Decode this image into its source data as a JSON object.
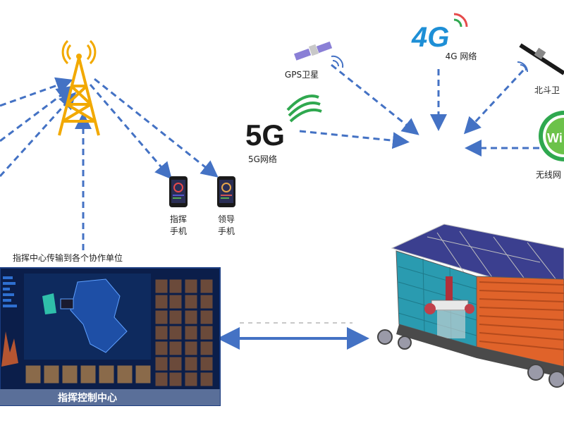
{
  "colors": {
    "arrow": "#4472c4",
    "tower": "#f2a900",
    "screen_bg": "#0b1e4a",
    "panel": "#3b3f8f",
    "container_wall": "#2a9bb0",
    "container_side": "#e0632a",
    "signal_green": "#2fa84f",
    "brand_4g": "#1e8fd6"
  },
  "icons": {
    "tower": "radio-tower-icon",
    "phone": "smartphone-icon",
    "satellite": "satellite-icon",
    "wifi": "wifi-icon",
    "container": "mobile-command-container-icon",
    "screen": "command-dashboard-screen-icon"
  },
  "labels": {
    "gps": "GPS卫星",
    "net4g_logo": "4G",
    "net4g": "4G 网络",
    "beidou": "北斗卫",
    "logo5g": "5G",
    "net5g": "5G网络",
    "wifi_logo": "Wi",
    "wireless": "无线网",
    "phone1_line1": "指挥",
    "phone1_line2": "手机",
    "phone2_line1": "领导",
    "phone2_line2": "手机",
    "transmit_caption": "指挥中心传输到各个协作单位",
    "screen_title": "指挥控制中心"
  }
}
